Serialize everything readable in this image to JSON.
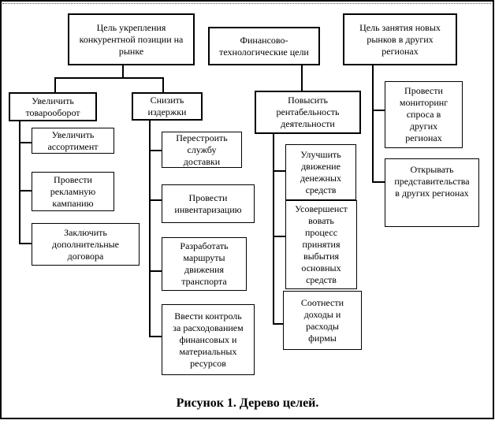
{
  "colors": {
    "background": "#ffffff",
    "line": "#000000",
    "text": "#000000"
  },
  "caption": "Рисунок 1. Дерево целей.",
  "nodes": [
    {
      "id": "goal-strengthen-competitive-position",
      "label": "Цель укрепления\nконкурентной позиции на\nрынке"
    },
    {
      "id": "financial-technological-goals",
      "label": "Финансово-\nтехнологические цели"
    },
    {
      "id": "goal-new-markets",
      "label": "Цель занятия новых\nрынков в других\nрегионах"
    },
    {
      "id": "increase-turnover",
      "label": "Увеличить\nтоварооборот"
    },
    {
      "id": "reduce-costs",
      "label": "Снизить\nиздержки"
    },
    {
      "id": "increase-profitability",
      "label": "Повысить\nрентабельность\nдеятельности"
    },
    {
      "id": "demand-monitoring",
      "label": "Провести\nмониторинг\nспроса в\nдругих\nрегионах"
    },
    {
      "id": "open-representative-offices",
      "label": "Открывать\nпредставительства\nв других регионах"
    },
    {
      "id": "expand-assortment",
      "label": "Увеличить\nассортимент"
    },
    {
      "id": "advertising-campaign",
      "label": "Провести\nрекламную\nкампанию"
    },
    {
      "id": "additional-contracts",
      "label": "Заключить\nдополнительные\nдоговора"
    },
    {
      "id": "rebuild-delivery-service",
      "label": "Перестроить\nслужбу\nдоставки"
    },
    {
      "id": "inventory-check",
      "label": "Провести\nинвентаризацию"
    },
    {
      "id": "transport-routes",
      "label": "Разработать\nмаршруты\nдвижения\nтранспорта"
    },
    {
      "id": "spending-control",
      "label": "Ввести контроль\nза расходованием\nфинансовых и\nматериальных\nресурсов"
    },
    {
      "id": "improve-cash-flow",
      "label": "Улучшить\nдвижение\nденежных\nсредств"
    },
    {
      "id": "improve-asset-disposal-process",
      "label": "Усовершенст\nвовать\nпроцесс\nпринятия\nвыбытия\nосновных\nсредств"
    },
    {
      "id": "match-income-expenses",
      "label": "Соотнести\nдоходы и\nрасходы\nфирмы"
    }
  ]
}
